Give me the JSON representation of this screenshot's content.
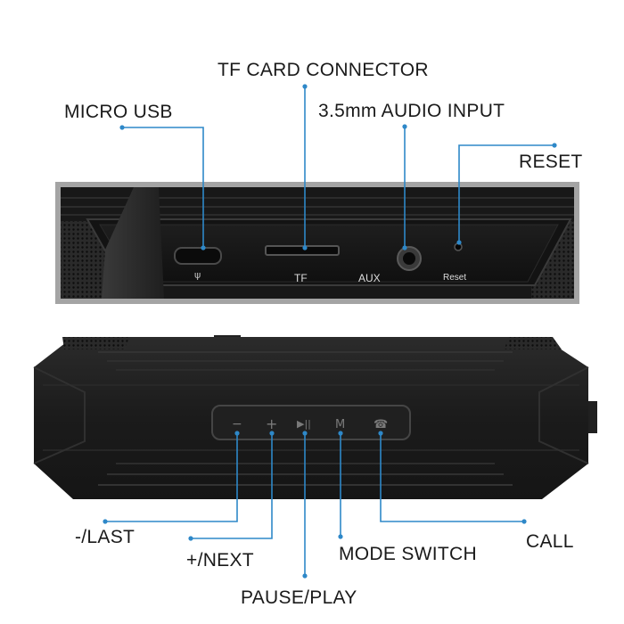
{
  "callouts": {
    "tf_card_connector": "TF CARD CONNECTOR",
    "micro_usb": "MICRO USB",
    "audio_input": "3.5mm AUDIO INPUT",
    "reset": "RESET",
    "last": "-/LAST",
    "next": "+/NEXT",
    "pause_play": "PAUSE/PLAY",
    "mode_switch": "MODE SWITCH",
    "call": "CALL"
  },
  "port_panel": {
    "tf": "TF",
    "aux": "AUX",
    "reset": "Reset"
  },
  "button_glyphs": {
    "minus": "−",
    "plus": "+",
    "play_pause": "▶||",
    "mode": "M",
    "call": "☎"
  },
  "colors": {
    "leader_line": "#2e88c8",
    "speaker_body": "#1c1c1c",
    "panel_frame": "#9a9a9a"
  }
}
